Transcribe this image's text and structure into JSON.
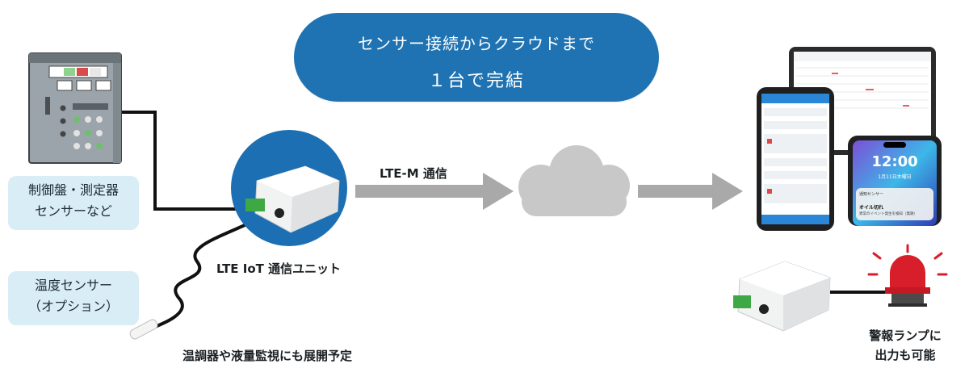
{
  "hero": {
    "line1": "センサー接続からクラウドまで",
    "line2": "１台で完結"
  },
  "labels": {
    "panel_line1": "制御盤・測定器",
    "panel_line2": "センサーなど",
    "temp_line1": "温度センサー",
    "temp_line2": "（オプション）",
    "unit_caption": "LTE IoT 通信ユニット",
    "link_caption": "LTE-M 通信",
    "future_caption": "温調器や液量監視にも展開予定",
    "lamp_line1": "警報ランプに",
    "lamp_line2": "出力も可能"
  },
  "phone_lock": {
    "time": "12:00",
    "date": "1月11日木曜日",
    "notif_header": "通知センサー",
    "notif_title": "オイル切れ",
    "notif_body": "異常のイベント発生を検知（無題）"
  },
  "colors": {
    "hero_bg": "#1f73b2",
    "callout_bg": "#d9edf6",
    "arrow": "#a9a9a9",
    "cloud": "#c8c8c8",
    "lamp": "#d81e2a",
    "unit_circle": "#1d6fb3"
  }
}
